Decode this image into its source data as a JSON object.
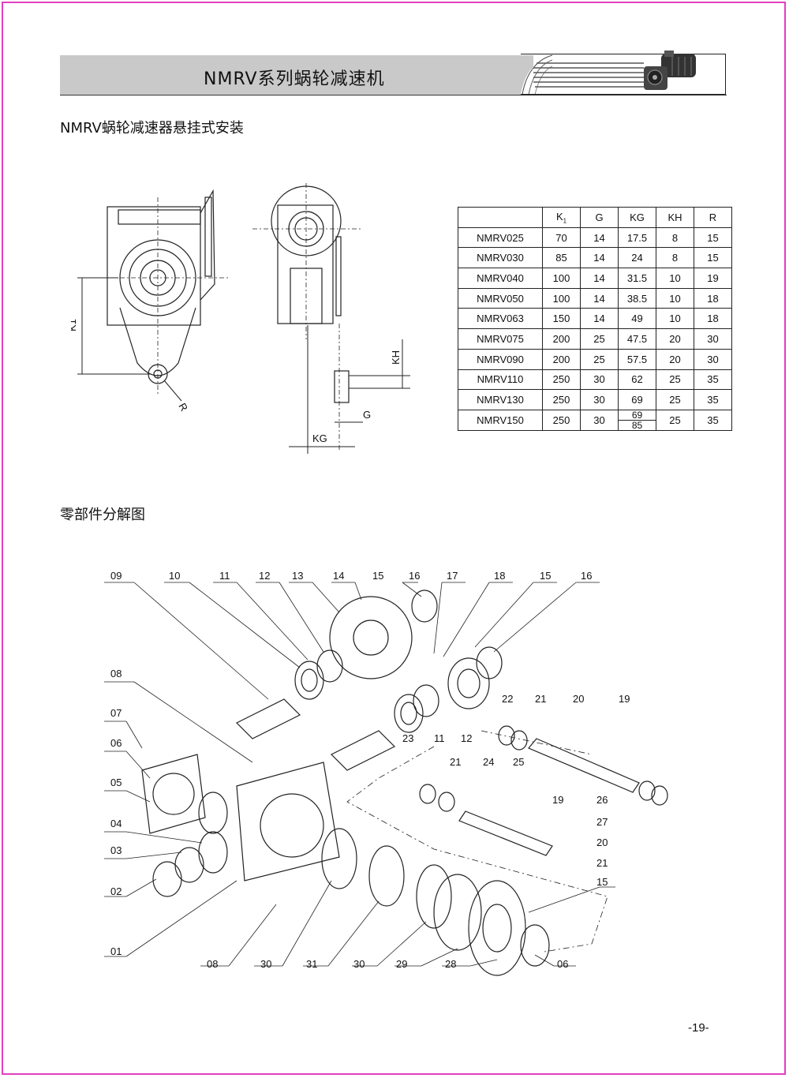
{
  "header": {
    "title": "NMRV系列蜗轮减速机"
  },
  "section1": {
    "title": "NMRV蜗轮减速器悬挂式安装"
  },
  "dims": {
    "k1": "K1",
    "r": "R",
    "kh": "KH",
    "g": "G",
    "kg": "KG"
  },
  "table": {
    "headers": [
      "",
      "K1",
      "G",
      "KG",
      "KH",
      "R"
    ],
    "rows": [
      [
        "NMRV025",
        "70",
        "14",
        "17.5",
        "8",
        "15"
      ],
      [
        "NMRV030",
        "85",
        "14",
        "24",
        "8",
        "15"
      ],
      [
        "NMRV040",
        "100",
        "14",
        "31.5",
        "10",
        "19"
      ],
      [
        "NMRV050",
        "100",
        "14",
        "38.5",
        "10",
        "18"
      ],
      [
        "NMRV063",
        "150",
        "14",
        "49",
        "10",
        "18"
      ],
      [
        "NMRV075",
        "200",
        "25",
        "47.5",
        "20",
        "30"
      ],
      [
        "NMRV090",
        "200",
        "25",
        "57.5",
        "20",
        "30"
      ],
      [
        "NMRV110",
        "250",
        "30",
        "62",
        "25",
        "35"
      ],
      [
        "NMRV130",
        "250",
        "30",
        "69",
        "25",
        "35"
      ],
      [
        "NMRV150",
        "250",
        "30",
        "69|85",
        "25",
        "35"
      ]
    ],
    "kg_last_top": "69",
    "kg_last_bottom": "85"
  },
  "section2": {
    "title": "零部件分解图"
  },
  "parts": {
    "p09": "09",
    "p10": "10",
    "p11a": "11",
    "p12a": "12",
    "p13": "13",
    "p14": "14",
    "p15a": "15",
    "p16a": "16",
    "p17": "17",
    "p18": "18",
    "p15b": "15",
    "p16b": "16",
    "p08a": "08",
    "p07": "07",
    "p06a": "06",
    "p05": "05",
    "p04": "04",
    "p03": "03",
    "p02": "02",
    "p01": "01",
    "p22": "22",
    "p21a": "21",
    "p20a": "20",
    "p19a": "19",
    "p23": "23",
    "p11b": "11",
    "p12b": "12",
    "p21b": "21",
    "p24": "24",
    "p25": "25",
    "p19b": "19",
    "p26": "26",
    "p27": "27",
    "p20b": "20",
    "p21c": "21",
    "p15c": "15",
    "p08b": "08",
    "p30a": "30",
    "p31": "31",
    "p30b": "30",
    "p29": "29",
    "p28": "28",
    "p06b": "06"
  },
  "page_number": "-19-"
}
